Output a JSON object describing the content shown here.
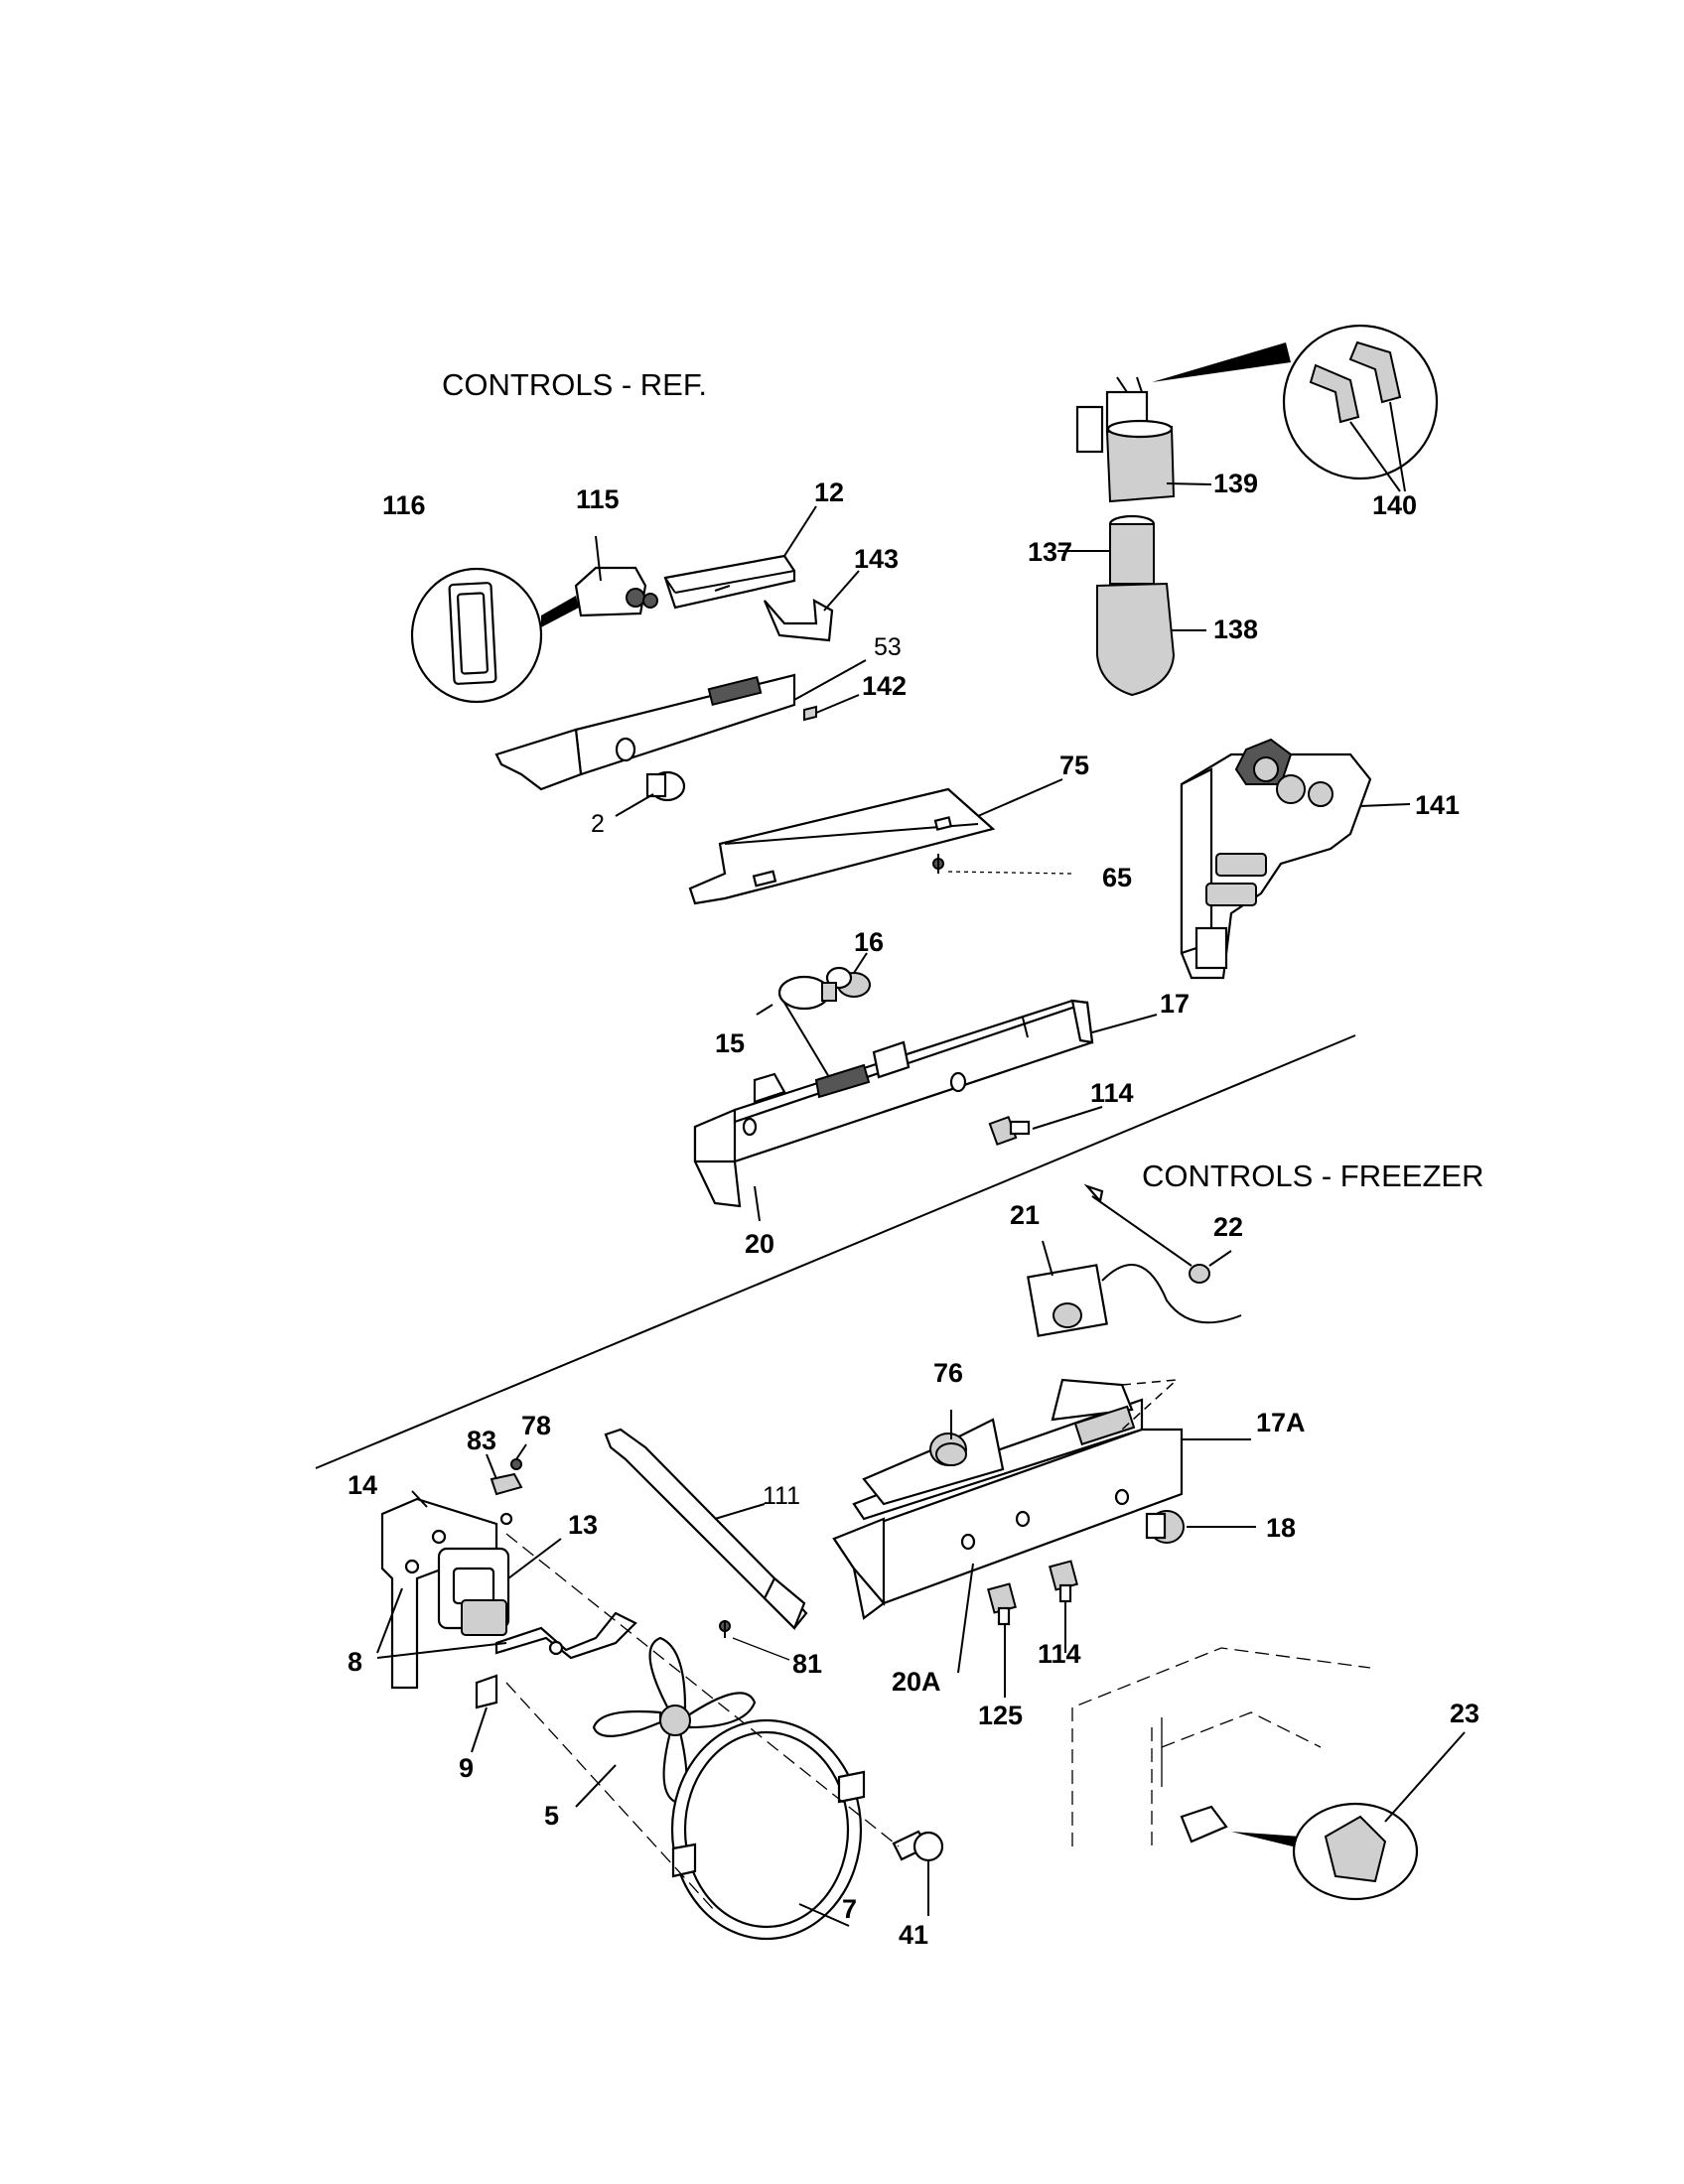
{
  "sections": {
    "ref_title": "CONTROLS - REF.",
    "freezer_title": "CONTROLS - FREEZER"
  },
  "callouts": {
    "c116": "116",
    "c115": "115",
    "c12": "12",
    "c143": "143",
    "c53": "53",
    "c142": "142",
    "c2": "2",
    "c75": "75",
    "c65": "65",
    "c16": "16",
    "c15": "15",
    "c17": "17",
    "c114a": "114",
    "c20": "20",
    "c139": "139",
    "c140": "140",
    "c137": "137",
    "c138": "138",
    "c141": "141",
    "c21": "21",
    "c22": "22",
    "c76": "76",
    "c17A": "17A",
    "c18": "18",
    "c20A": "20A",
    "c114b": "114",
    "c125": "125",
    "c23": "23",
    "c83": "83",
    "c78": "78",
    "c14": "14",
    "c13": "13",
    "c111": "111",
    "c8": "8",
    "c81": "81",
    "c9": "9",
    "c5": "5",
    "c7": "7",
    "c41": "41"
  }
}
